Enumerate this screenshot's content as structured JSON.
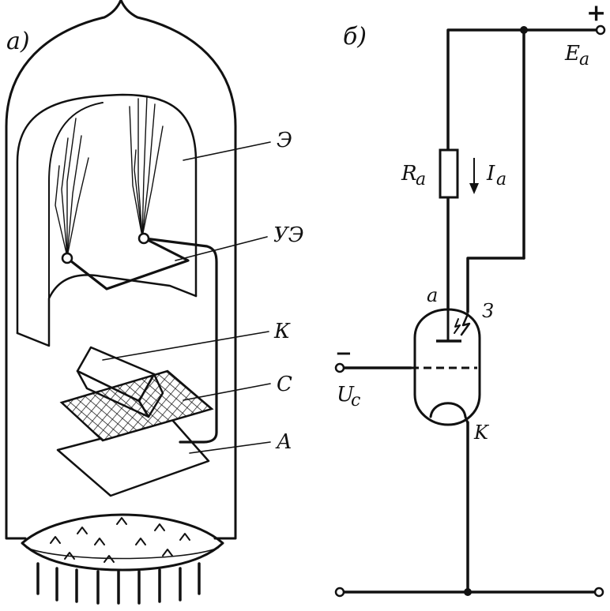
{
  "panel_a": {
    "label": "а)",
    "callouts": {
      "emitter": "Э",
      "control_electrode": "УЭ",
      "cathode": "К",
      "grid": "С",
      "anode": "А"
    }
  },
  "panel_b": {
    "label": "б)",
    "supply_sign": "+",
    "supply_label_main": "E",
    "supply_label_sub": "a",
    "resistor_label_main": "R",
    "resistor_label_sub": "a",
    "current_label_main": "I",
    "current_label_sub": "a",
    "anode_label": "a",
    "emitter_label": "З",
    "grid_sign": "−",
    "grid_label_main": "U",
    "grid_label_sub": "c",
    "cathode_label": "K"
  },
  "colors": {
    "ink": "#111111",
    "paper": "#ffffff"
  }
}
